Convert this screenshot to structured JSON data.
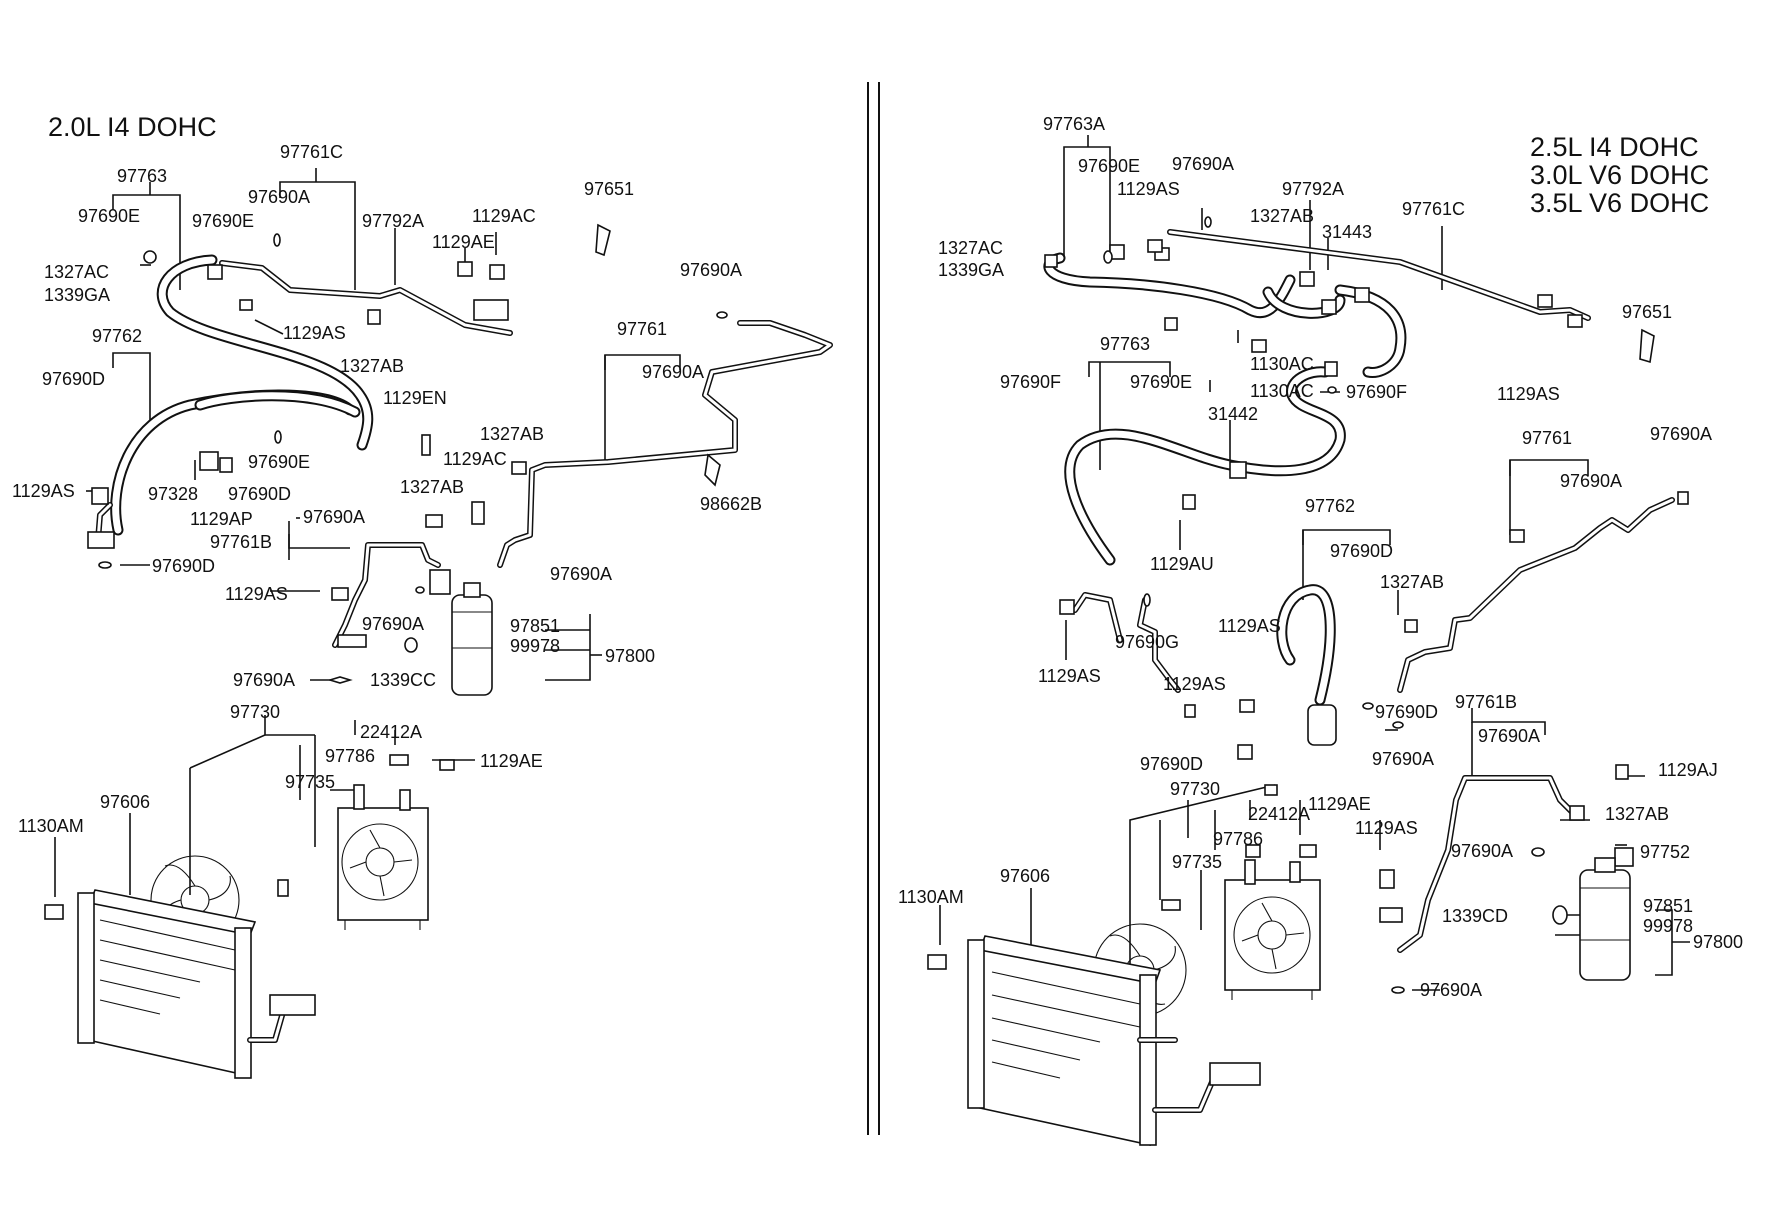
{
  "left": {
    "header": "2.0L I4 DOHC",
    "labels": {
      "p97763": "97763",
      "p97690E_a": "97690E",
      "p97761C": "97761C",
      "p97690A_a": "97690A",
      "p97690E_b": "97690E",
      "p97792A": "97792A",
      "p1129AC_a": "1129AC",
      "p1129AE_a": "1129AE",
      "p97651": "97651",
      "p1327AC": "1327AC",
      "p1339GA": "1339GA",
      "p97690A_b": "97690A",
      "p97762": "97762",
      "p1129AS_a": "1129AS",
      "p1327AB_a": "1327AB",
      "p97761": "97761",
      "p97690D_a": "97690D",
      "p97690A_c": "97690A",
      "p1129EN": "1129EN",
      "p1327AB_b": "1327AB",
      "p97690E_c": "97690E",
      "p1129AC_b": "1129AC",
      "p1129AS_b": "1129AS",
      "p97328": "97328",
      "p97690D_b": "97690D",
      "p1327AB_c": "1327AB",
      "p98662B": "98662B",
      "p1129AP": "1129AP",
      "p97690A_d": "97690A",
      "p97761B": "97761B",
      "p97690A_e": "97690A",
      "p97690D_c": "97690D",
      "p1129AS_c": "1129AS",
      "p97690A_f": "97690A",
      "p97851": "97851",
      "p99978": "99978",
      "p97800": "97800",
      "p1339CC": "1339CC",
      "p97690A_g": "97690A",
      "p97730": "97730",
      "p22412A": "22412A",
      "p97786": "97786",
      "p1129AE_b": "1129AE",
      "p97735": "97735",
      "p97606": "97606",
      "p1130AM": "1130AM"
    }
  },
  "right": {
    "header_lines": [
      "2.5L I4 DOHC",
      "3.0L V6 DOHC",
      "3.5L V6 DOHC"
    ],
    "labels": {
      "p97763A": "97763A",
      "p97690E_a": "97690E",
      "p97690A_a": "97690A",
      "p1129AS_a": "1129AS",
      "p97792A": "97792A",
      "p1327AB_a": "1327AB",
      "p31443": "31443",
      "p97761C": "97761C",
      "p1327AC": "1327AC",
      "p1339GA": "1339GA",
      "p97651": "97651",
      "p97763": "97763",
      "p97690F_a": "97690F",
      "p97690E_b": "97690E",
      "p1130AC_a": "1130AC",
      "p1130AC_b": "1130AC",
      "p97690F_b": "97690F",
      "p1129AS_b": "1129AS",
      "p31442": "31442",
      "p97761": "97761",
      "p97690A_b": "97690A",
      "p97690A_c": "97690A",
      "p97762": "97762",
      "p97690D_a": "97690D",
      "p1129AU": "1129AU",
      "p1327AB_b": "1327AB",
      "p1129AS_c": "1129AS",
      "p97690G": "97690G",
      "p1129AS_d": "1129AS",
      "p1129AS_e": "1129AS",
      "p97761B": "97761B",
      "p97690D_b": "97690D",
      "p97690A_d": "97690A",
      "p97690D_c": "97690D",
      "p97690A_e": "97690A",
      "p1129AJ": "1129AJ",
      "p97730": "97730",
      "p1129AE": "1129AE",
      "p22412A": "22412A",
      "p1327AB_c": "1327AB",
      "p1129AS_f": "1129AS",
      "p97786": "97786",
      "p97690A_f": "97690A",
      "p97752": "97752",
      "p97735": "97735",
      "p97606": "97606",
      "p1130AM": "1130AM",
      "p1339CD": "1339CD",
      "p97851": "97851",
      "p99978": "99978",
      "p97800": "97800",
      "p97690A_g": "97690A"
    }
  }
}
